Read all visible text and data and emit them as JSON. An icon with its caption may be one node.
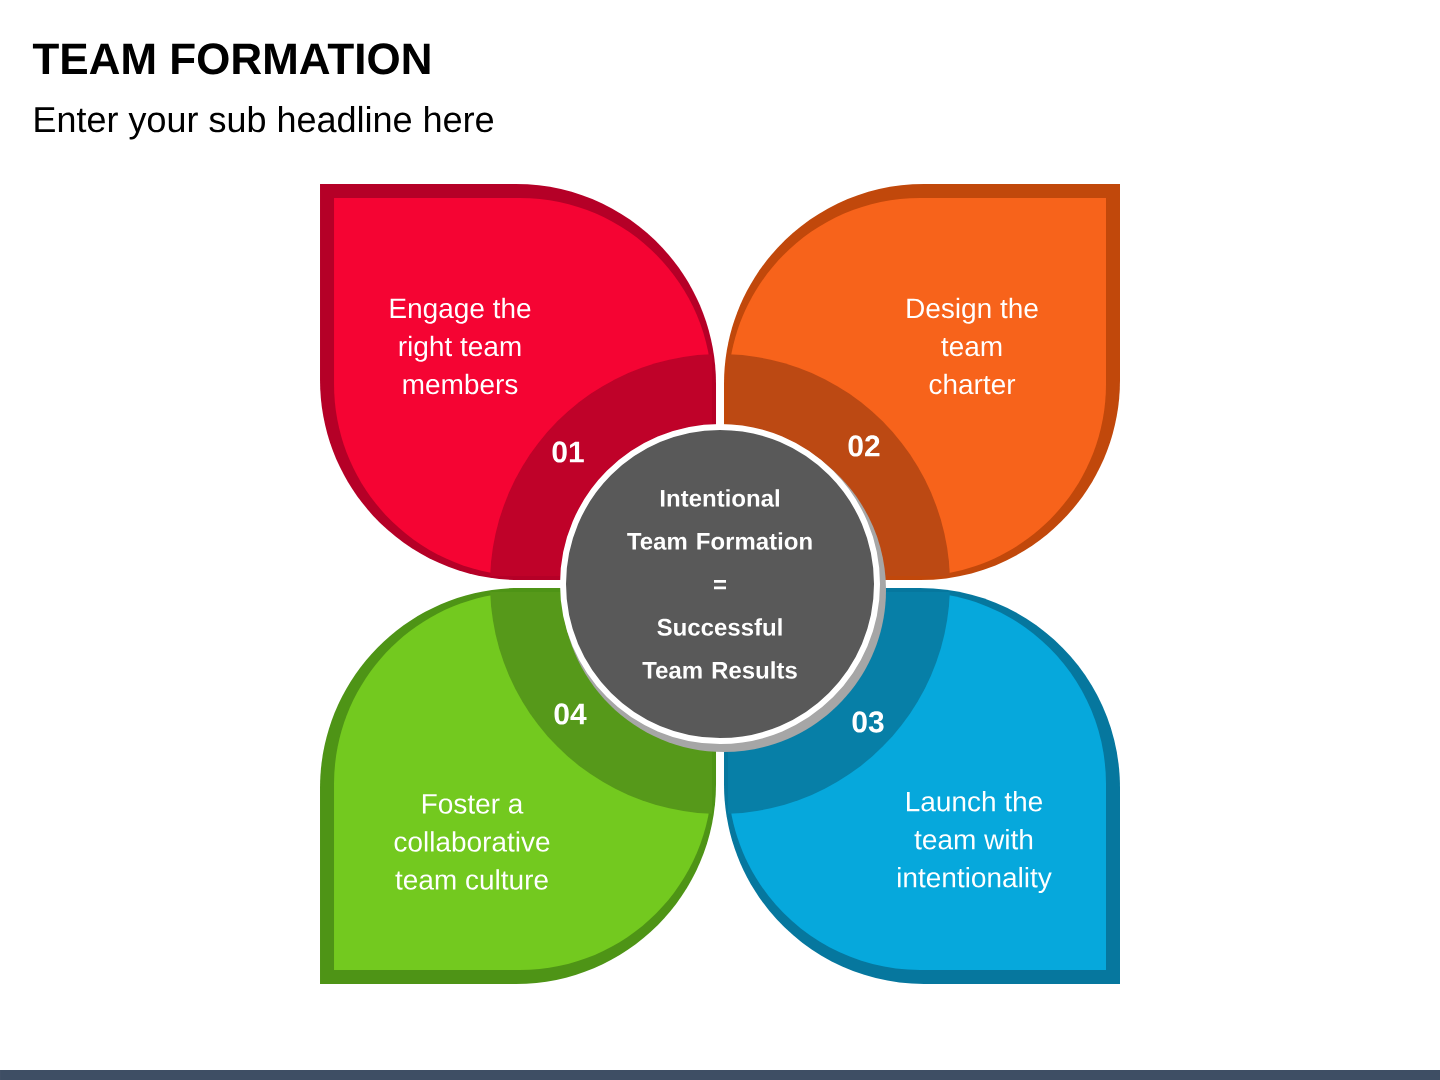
{
  "diagram": {
    "title": "TEAM FORMATION",
    "nodes": [
      {
        "text": [
          "Engage the right team members",
          "01"
        ]
      },
      {
        "text": [
          "Design the team charter",
          "02"
        ]
      },
      {
        "text": [
          "Intentional Team Formation",
          "=",
          "Successful Team Results"
        ]
      },
      {
        "text": [
          "04",
          "Foster a collaborative team culture"
        ]
      },
      {
        "text": [
          "03",
          "Launch the team with intentionality"
        ]
      }
    ],
    "labels": [
      "Enter your sub headline here"
    ]
  }
}
